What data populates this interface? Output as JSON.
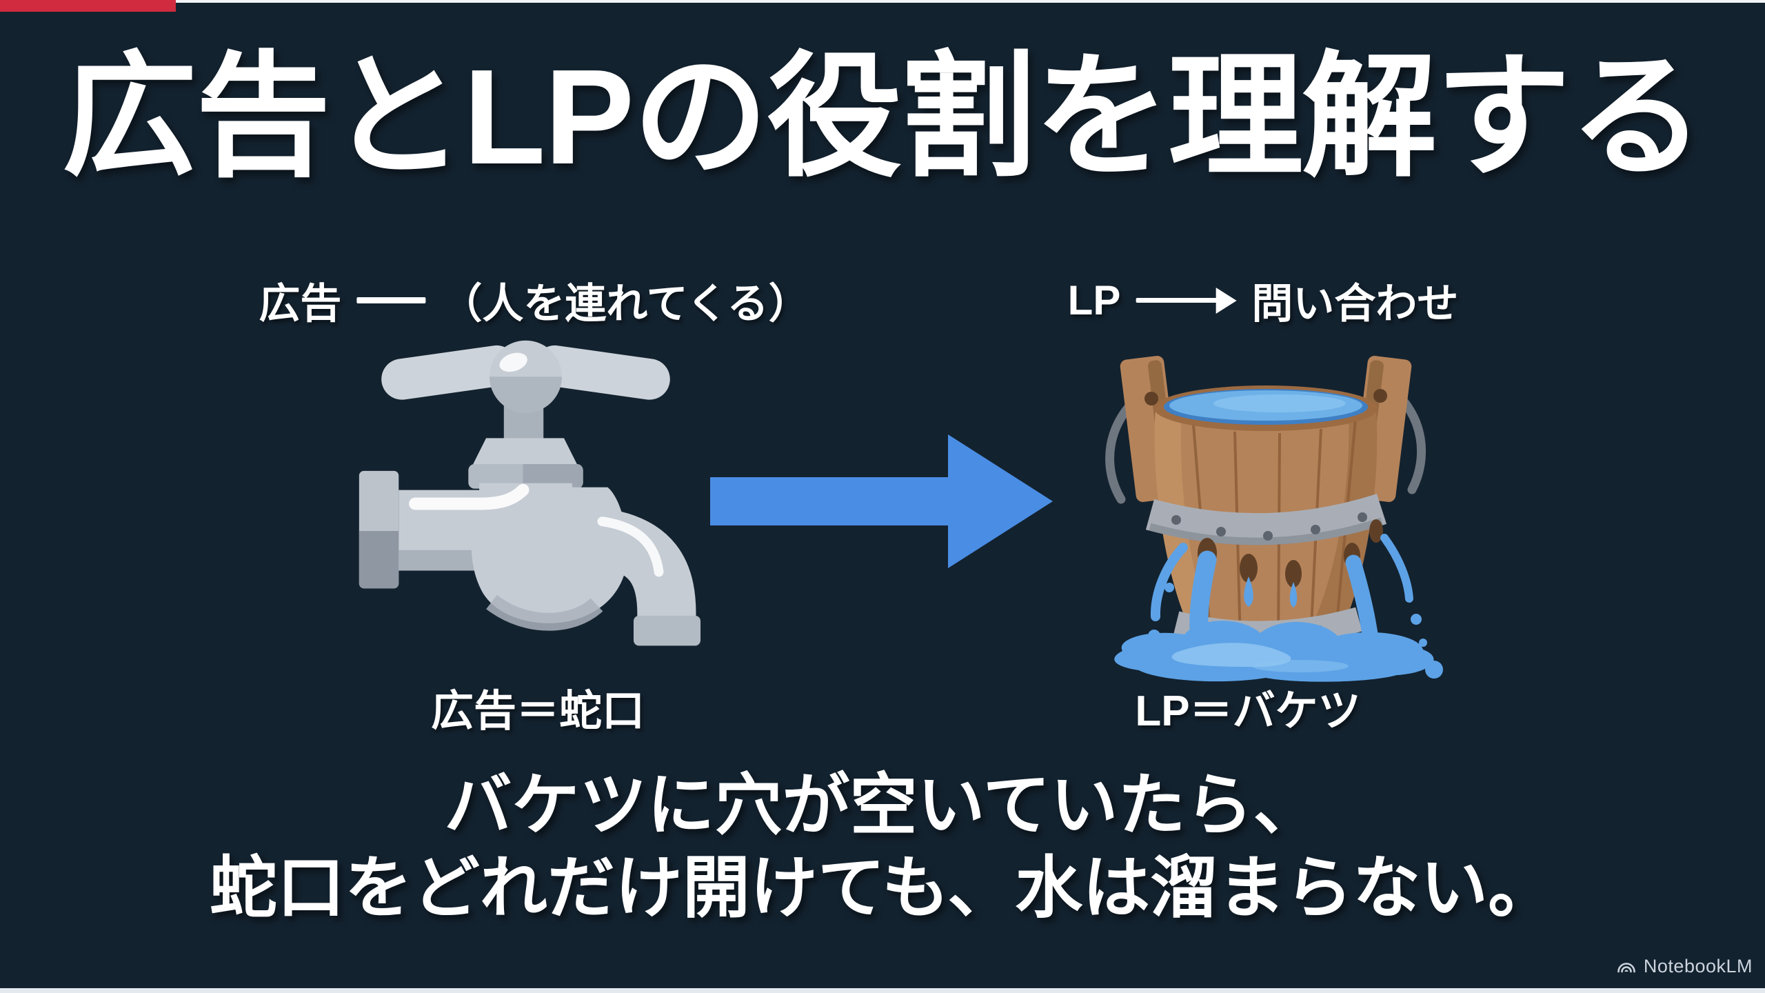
{
  "slide": {
    "title": "広告とLPの役割を理解する",
    "flow_left": {
      "subject": "広告",
      "note": "（人を連れてくる）",
      "icon": "faucet-icon",
      "caption": "広告＝蛇口"
    },
    "flow_right": {
      "subject": "LP",
      "result": "問い合わせ",
      "icon": "bucket-icon",
      "caption": "LP＝バケツ"
    },
    "message_line1": "バケツに穴が空いていたら、",
    "message_line2": "蛇口をどれだけ開けても、水は溜まらない。",
    "watermark": "NotebookLM",
    "colors": {
      "background": "#13222f",
      "accent_red": "#d02b3e",
      "arrow_blue": "#4a8de4",
      "water_blue": "#5da2e6",
      "wood_brown": "#b5835a",
      "metal_gray": "#c5ccd4",
      "text": "#ffffff"
    }
  }
}
